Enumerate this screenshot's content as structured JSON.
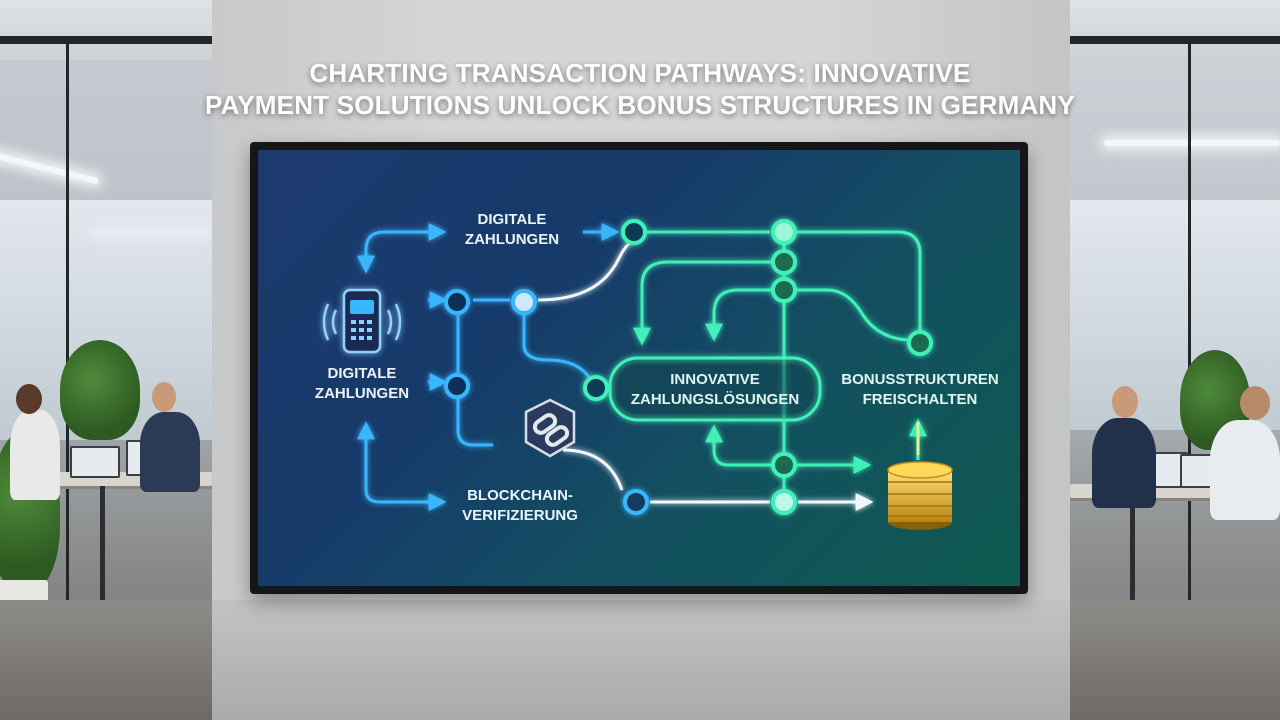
{
  "headline": {
    "line1": "CHARTING TRANSACTION PATHWAYS: INNOVATIVE",
    "line2": "PAYMENT SOLUTIONS UNLOCK BONUS STRUCTURES IN GERMANY"
  },
  "diagram": {
    "top_label_line1": "DIGITALE",
    "top_label_line2": "ZAHLUNGEN",
    "left_label_line1": "DIGITALE",
    "left_label_line2": "ZAHLUNGEN",
    "center_label_line1": "INNOVATIVE",
    "center_label_line2": "ZAHLUNGSLÖSUNGEN",
    "right_label_line1": "BONUSSTRUKTUREN",
    "right_label_line2": "FREISCHALTEN",
    "bottom_label_line1": "BLOCKCHAIN-",
    "bottom_label_line2": "VERIFIZIERUNG",
    "icons": [
      "payment-terminal-icon",
      "chain-link-icon",
      "gold-coins-icon"
    ],
    "colors": {
      "blue_path": "#39b6ff",
      "green_path": "#3ff0b8",
      "white_path": "#f2f8ff"
    }
  }
}
